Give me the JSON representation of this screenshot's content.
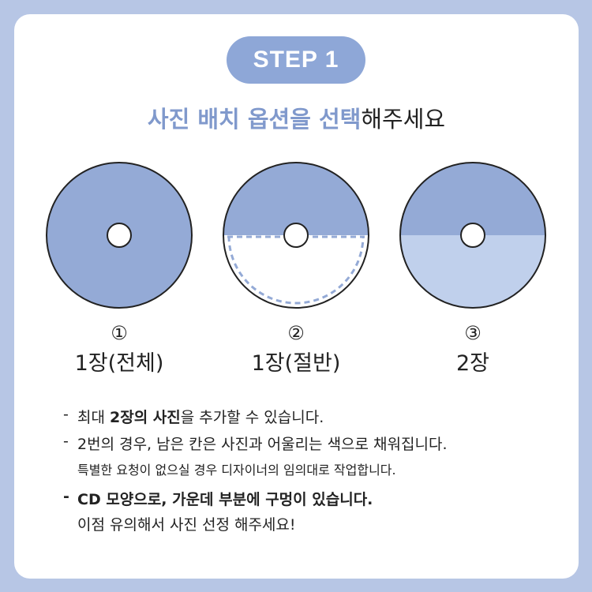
{
  "step_label": "STEP 1",
  "heading": {
    "highlight": "사진 배치 옵션을 선택",
    "rest": "해주세요"
  },
  "options": [
    {
      "number": "①",
      "label": "1장(전체)"
    },
    {
      "number": "②",
      "label": "1장(절반)"
    },
    {
      "number": "③",
      "label": "2장"
    }
  ],
  "notes": {
    "line1": {
      "pre": "최대 ",
      "bold": "2장의 사진",
      "post": "을 추가할 수 있습니다."
    },
    "line2": "2번의 경우, 남은 칸은 사진과 어울리는 색으로 채워집니다.",
    "line3": "특별한 요청이 없으실 경우 디자이너의 임의대로 작업합니다.",
    "line4": "CD 모양으로, 가운데 부분에 구멍이 있습니다.",
    "line5": "이점 유의해서 사진 선정 해주세요!"
  },
  "colors": {
    "background": "#b7c6e5",
    "accent": "#8ea7d7",
    "disc_dark": "#94aad6",
    "disc_light": "#c0d0ec",
    "heading_highlight": "#8099cc"
  }
}
